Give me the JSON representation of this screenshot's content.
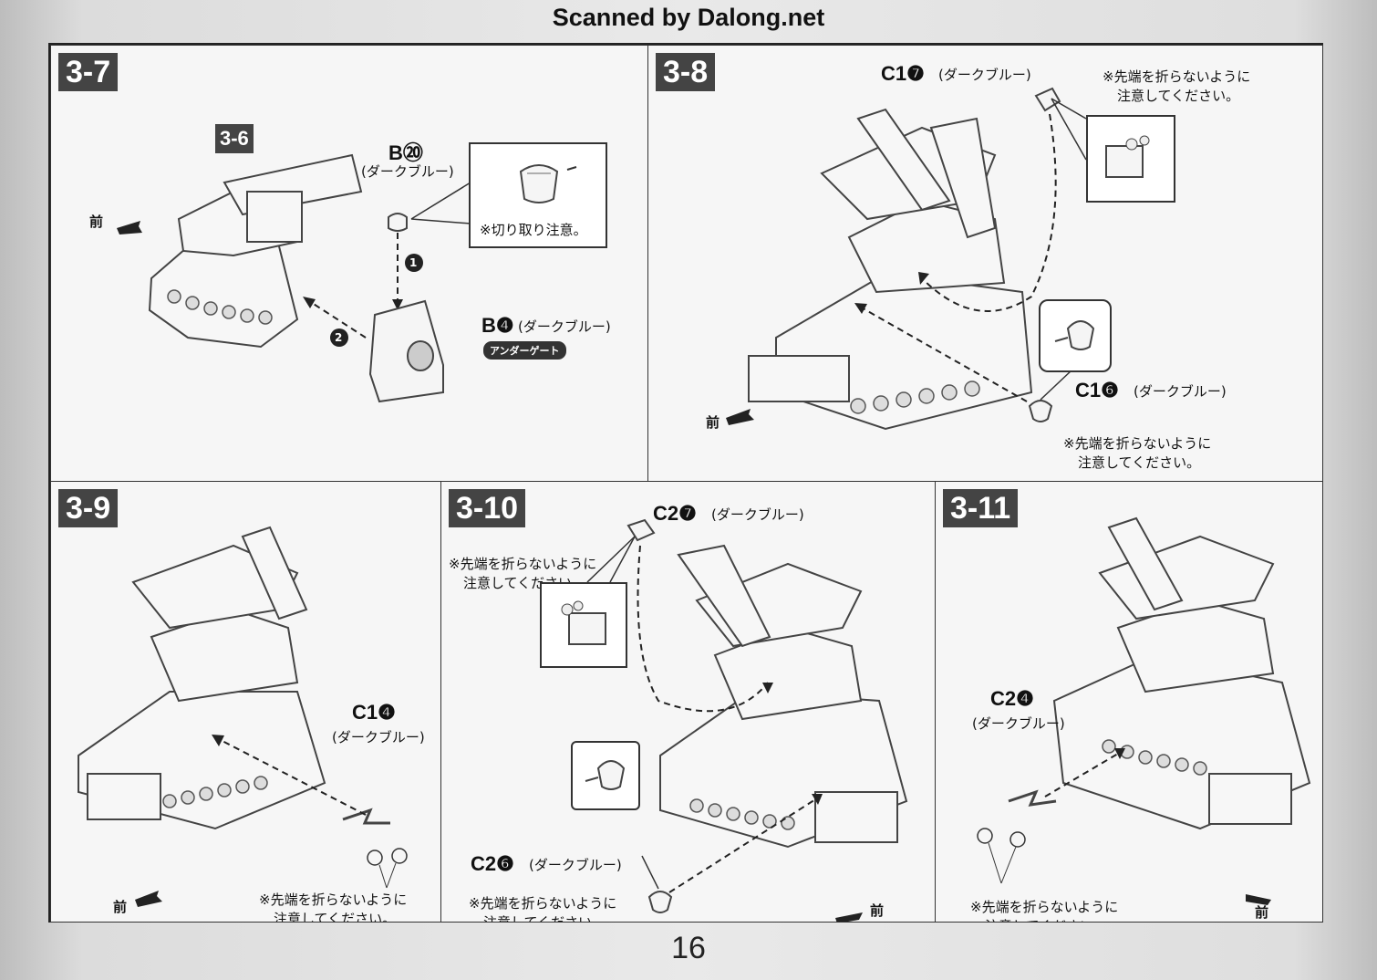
{
  "watermark": "Scanned by Dalong.net",
  "page_number": "16",
  "front_label": "前",
  "color_dark_blue": "(ダークブルー)",
  "note_tip": "※先端を折らないように",
  "note_tip_2": "注意してください。",
  "panels": {
    "p37": {
      "step": "3-7",
      "ref_step": "3-6",
      "part_b20": "B",
      "part_b20_num": "⑳",
      "part_b4": "B",
      "part_b4_num": "❹",
      "undergate": "アンダーゲート",
      "cut_note": "※切り取り注意。",
      "order_1": "1",
      "order_2": "2"
    },
    "p38": {
      "step": "3-8",
      "part_c17": "C1",
      "part_c17_num": "❼",
      "part_c16": "C1",
      "part_c16_num": "❻"
    },
    "p39": {
      "step": "3-9",
      "part_c14": "C1",
      "part_c14_num": "❹"
    },
    "p310": {
      "step": "3-10",
      "part_c27": "C2",
      "part_c27_num": "❼",
      "part_c26": "C2",
      "part_c26_num": "❻"
    },
    "p311": {
      "step": "3-11",
      "part_c24": "C2",
      "part_c24_num": "❹"
    }
  }
}
